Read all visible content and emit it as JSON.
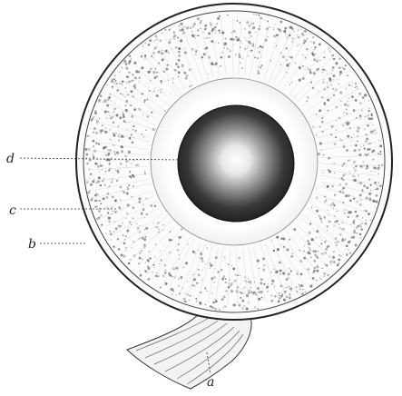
{
  "labels": {
    "d": "d",
    "c": "c",
    "b": "b",
    "a": "a"
  },
  "colors": {
    "ink": "#222222",
    "paper": "#ffffff",
    "stipple": "#6a6a6a",
    "core_dark": "#2a2a2a"
  }
}
